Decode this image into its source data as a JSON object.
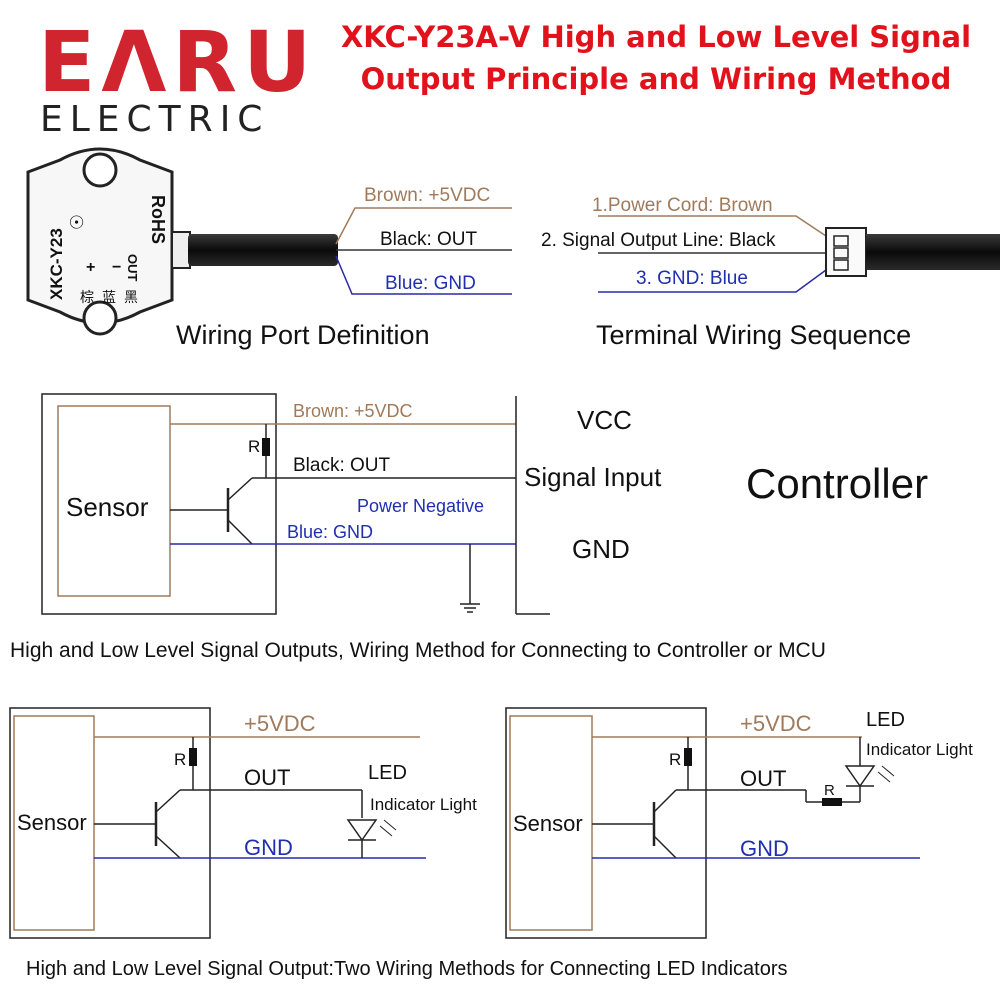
{
  "logo": {
    "main": "EΛRU",
    "sub": "ELECTRIC"
  },
  "title": {
    "line1": "XKC-Y23A-V High and Low Level Signal",
    "line2": "Output Principle and Wiring Method"
  },
  "sensor_body": {
    "model": "XKC-Y23",
    "rohs": "RoHS",
    "pins": [
      "+",
      "−",
      "OUT"
    ],
    "pin_colors": [
      "棕",
      "蓝",
      "黑"
    ]
  },
  "port_definition": {
    "brown": "Brown: +5VDC",
    "black": "Black:  OUT",
    "blue": "Blue: GND",
    "caption": "Wiring Port Definition"
  },
  "terminal_sequence": {
    "line1": "1.Power Cord: Brown",
    "line2": "2. Signal Output Line: Black",
    "line3": "3. GND: Blue",
    "caption": "Terminal Wiring Sequence"
  },
  "controller_diagram": {
    "sensor": "Sensor",
    "resistor": "R",
    "brown": "Brown: +5VDC",
    "black": "Black:  OUT",
    "power_negative": "Power Negative",
    "blue": "Blue: GND",
    "vcc": "VCC",
    "signal_input": "Signal Input",
    "gnd": "GND",
    "controller": "Controller",
    "caption": "High and Low Level Signal Outputs, Wiring Method for Connecting to Controller or MCU"
  },
  "led_diagram_1": {
    "sensor": "Sensor",
    "resistor": "R",
    "vdc": "+5VDC",
    "out": "OUT",
    "gnd": "GND",
    "led": "LED",
    "indicator": "Indicator Light"
  },
  "led_diagram_2": {
    "sensor": "Sensor",
    "resistor": "R",
    "resistor2": "R",
    "vdc": "+5VDC",
    "out": "OUT",
    "gnd": "GND",
    "led": "LED",
    "indicator": "Indicator Light"
  },
  "bottom_caption": "High and Low Level Signal Output:Two Wiring Methods for Connecting LED Indicators",
  "colors": {
    "brand_red": "#d0242f",
    "title_red": "#e1121b",
    "brown_wire": "#a07a5a",
    "blue_wire": "#2a2aa8",
    "blue_text": "#1f2fb0"
  }
}
